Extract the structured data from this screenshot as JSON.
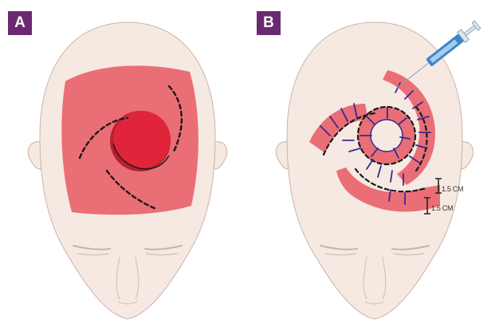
{
  "panels": [
    {
      "id": "A",
      "label": "A"
    },
    {
      "id": "B",
      "label": "B"
    }
  ],
  "annotations": {
    "measure_1": "1.5 CM",
    "measure_2": "1.5 CM"
  },
  "colors": {
    "background": "#ffffff",
    "skin": "#f6e9e2",
    "skin_outline": "#c9b3ab",
    "flap_area": "#ea6e76",
    "lesion": "#e0253a",
    "incision": "#1a1a1a",
    "sutures": "#3a2a8f",
    "badge": "#6b2a6f",
    "syringe_body": "#3d86c9"
  },
  "icons": [
    "syringe-icon",
    "measure-bracket-icon"
  ]
}
